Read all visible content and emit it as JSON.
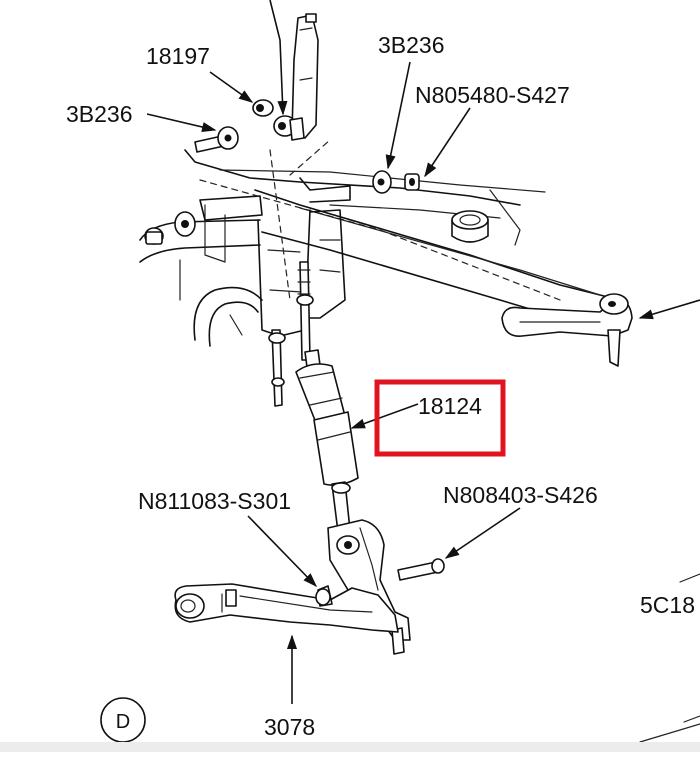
{
  "callouts": [
    {
      "id": "c18197",
      "text": "18197"
    },
    {
      "id": "c3b236a",
      "text": "3B236"
    },
    {
      "id": "c3b236b",
      "text": "3B236"
    },
    {
      "id": "cn805480",
      "text": "N805480-S427"
    },
    {
      "id": "c18124",
      "text": "18124"
    },
    {
      "id": "cn811083",
      "text": "N811083-S301"
    },
    {
      "id": "cn808403",
      "text": "N808403-S426"
    },
    {
      "id": "c5c18",
      "text": "5C18"
    },
    {
      "id": "c3078",
      "text": "3078"
    }
  ],
  "view_marker": "D",
  "highlight_color": "#e0141e"
}
